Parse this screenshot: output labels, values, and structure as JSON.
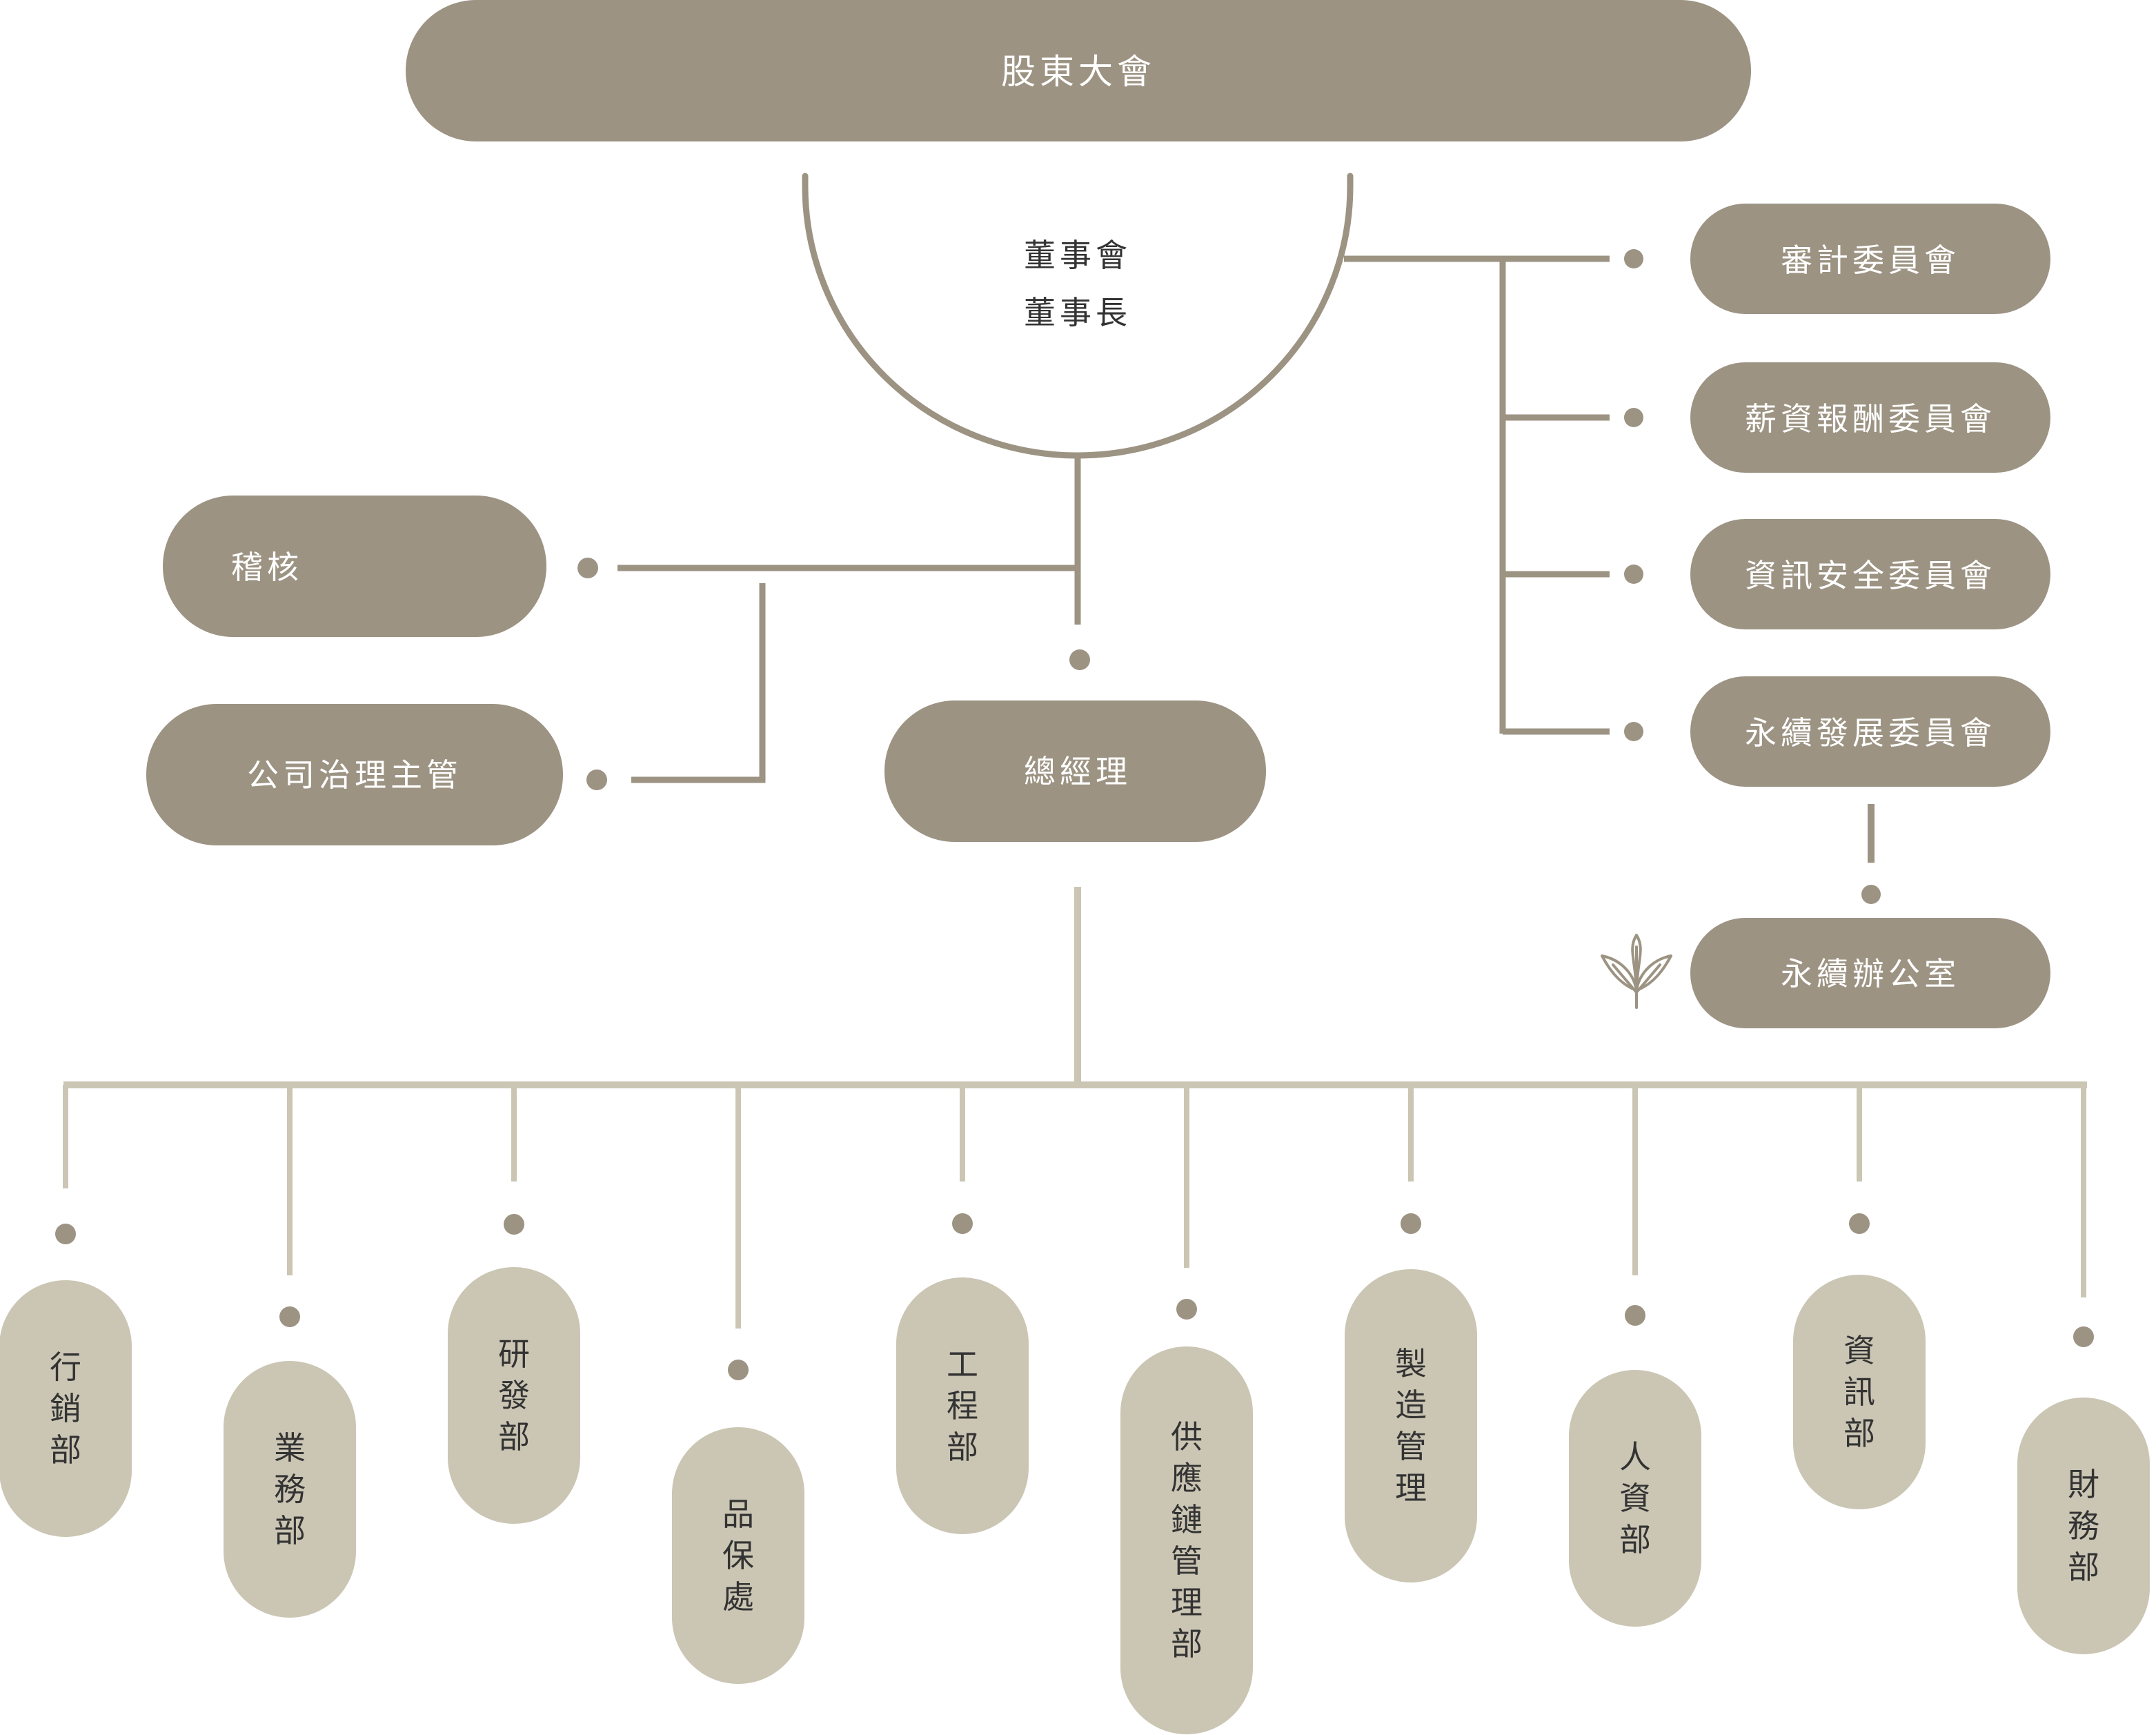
{
  "colors": {
    "dark": "#9c9383",
    "light": "#cbc6b4",
    "text_light": "#ffffff",
    "text_dark": "#333333",
    "line_dark": "#9c9383",
    "line_light": "#cbc6b4"
  },
  "top": {
    "shareholders": "股東大會",
    "board": "董事會",
    "chairman": "董事長"
  },
  "staff": {
    "audit": "稽核",
    "governance": "公司治理主管",
    "gm": "總經理"
  },
  "committees": [
    "審計委員會",
    "薪資報酬委員會",
    "資訊安全委員會",
    "永續發展委員會"
  ],
  "sustainability_office": {
    "label": "永續辦公室",
    "icon": "leaf-icon"
  },
  "departments": [
    "行銷部",
    "業務部",
    "研發部",
    "品保處",
    "工程部",
    "供應鏈管理部",
    "製造管理",
    "人資部",
    "資訊部",
    "財務部"
  ]
}
